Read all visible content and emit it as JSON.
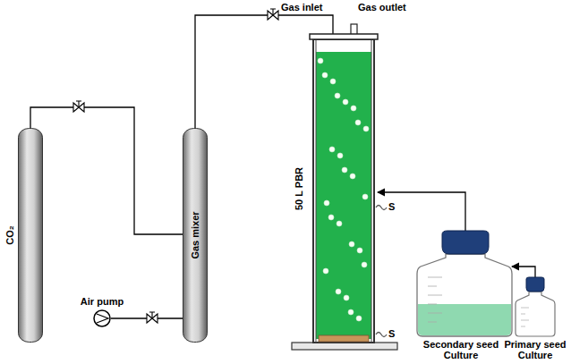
{
  "diagram": {
    "nodes": [
      {
        "text": [
          "CO₂"
        ]
      },
      {
        "text": [
          "Gas mixer"
        ]
      },
      {
        "text": [
          "Air pump"
        ]
      },
      {
        "text": [
          "50 L PBR"
        ]
      },
      {
        "text": [
          "Secondary seed Culture"
        ]
      },
      {
        "text": [
          "Primary seed Culture"
        ]
      }
    ],
    "edges": [
      {
        "from": 0,
        "to": 1,
        "arrow": "none"
      },
      {
        "from": 2,
        "to": 1,
        "arrow": "none"
      },
      {
        "from": 1,
        "to": 3,
        "arrow": "none"
      },
      {
        "from": 4,
        "to": 3,
        "arrow": "to"
      },
      {
        "from": 5,
        "to": 4,
        "arrow": "to"
      }
    ],
    "labels": [
      "Gas inlet",
      "Gas outlet",
      "S",
      "S"
    ]
  }
}
